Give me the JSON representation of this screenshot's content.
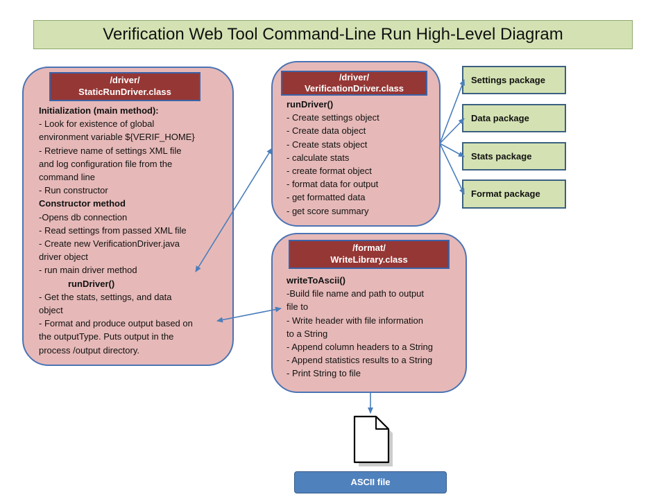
{
  "title": "Verification Web Tool Command-Line Run High-Level Diagram",
  "static_run_driver": {
    "header_lines": [
      "/driver/",
      "StaticRunDriver.class"
    ],
    "lines": [
      {
        "text": "Initialization (main method):",
        "bold": true,
        "indent": 0
      },
      {
        "text": "- Look for existence of global",
        "bold": false,
        "indent": 0
      },
      {
        "text": "environment variable ${VERIF_HOME}",
        "bold": false,
        "indent": 0
      },
      {
        "text": "- Retrieve name of settings XML file",
        "bold": false,
        "indent": 0
      },
      {
        "text": "and log configuration file from the",
        "bold": false,
        "indent": 0
      },
      {
        "text": "command line",
        "bold": false,
        "indent": 0
      },
      {
        "text": "- Run constructor",
        "bold": false,
        "indent": 0
      },
      {
        "text": "Constructor method",
        "bold": true,
        "indent": 0
      },
      {
        "text": "-Opens db connection",
        "bold": false,
        "indent": 0
      },
      {
        "text": "- Read settings from passed XML file",
        "bold": false,
        "indent": 0
      },
      {
        "text": "- Create new VerificationDriver.java",
        "bold": false,
        "indent": 0
      },
      {
        "text": "driver object",
        "bold": false,
        "indent": 0
      },
      {
        "text": "-  run main driver method",
        "bold": false,
        "indent": 0
      },
      {
        "text": "runDriver()",
        "bold": true,
        "indent": 1
      },
      {
        "text": "- Get the stats, settings, and data",
        "bold": false,
        "indent": 0
      },
      {
        "text": "object",
        "bold": false,
        "indent": 0
      },
      {
        "text": "- Format and produce output based on",
        "bold": false,
        "indent": 0
      },
      {
        "text": "the outputType.  Puts output in the",
        "bold": false,
        "indent": 0
      },
      {
        "text": "process /output directory.",
        "bold": false,
        "indent": 0
      }
    ]
  },
  "verification_driver": {
    "header_lines": [
      "/driver/",
      "VerificationDriver.class"
    ],
    "lines": [
      {
        "text": "runDriver()",
        "bold": true,
        "indent": 0
      },
      {
        "text": "- Create settings object",
        "bold": false,
        "indent": 0
      },
      {
        "text": "- Create data object",
        "bold": false,
        "indent": 0
      },
      {
        "text": "- Create stats object",
        "bold": false,
        "indent": 0
      },
      {
        "text": "- calculate stats",
        "bold": false,
        "indent": 0
      },
      {
        "text": "- create format object",
        "bold": false,
        "indent": 0
      },
      {
        "text": "- format data for output",
        "bold": false,
        "indent": 0
      },
      {
        "text": "- get formatted data",
        "bold": false,
        "indent": 0
      },
      {
        "text": "- get score summary",
        "bold": false,
        "indent": 0
      }
    ]
  },
  "write_library": {
    "header_lines": [
      "/format/",
      "WriteLibrary.class"
    ],
    "lines": [
      {
        "text": "writeToAscii()",
        "bold": true,
        "indent": 0
      },
      {
        "text": "-Build file name and path to output",
        "bold": false,
        "indent": 0
      },
      {
        "text": "file to",
        "bold": false,
        "indent": 0
      },
      {
        "text": "- Write header with file information",
        "bold": false,
        "indent": 0
      },
      {
        "text": "to a String",
        "bold": false,
        "indent": 0
      },
      {
        "text": "- Append column headers to a String",
        "bold": false,
        "indent": 0
      },
      {
        "text": "- Append statistics results to a String",
        "bold": false,
        "indent": 0
      },
      {
        "text": "- Print String to file",
        "bold": false,
        "indent": 0
      }
    ]
  },
  "packages": [
    "Settings package",
    "Data package",
    "Stats package",
    "Format package"
  ],
  "output_label": "ASCII file",
  "icons": {
    "file": "document-icon"
  },
  "colors": {
    "title_fill": "#d4e2b3",
    "box_fill": "#e6b9b8",
    "box_border": "#4a73b4",
    "header_fill": "#953735",
    "package_fill": "#d4e2b3",
    "output_fill": "#4f81bd",
    "arrow": "#4a7ebb"
  }
}
